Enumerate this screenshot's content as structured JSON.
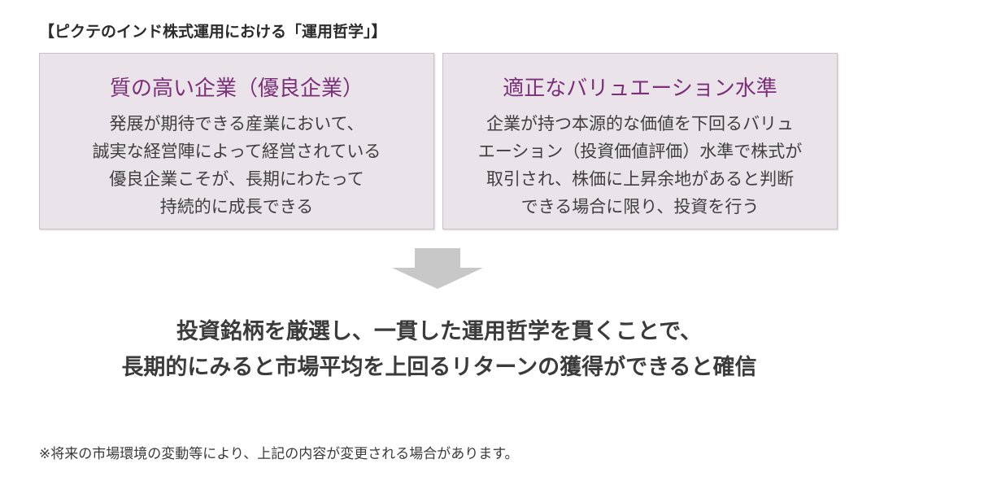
{
  "heading": "【ピクテのインド株式運用における「運用哲学」】",
  "cards": [
    {
      "title": "質の高い企業（優良企業）",
      "lines": [
        "発展が期待できる産業において、",
        "誠実な経営陣によって経営されている",
        "優良企業こそが、長期にわたって",
        "持続的に成長できる"
      ]
    },
    {
      "title": "適正なバリュエーション水準",
      "lines": [
        "企業が持つ本源的な価値を下回るバリュ",
        "エーション（投資価値評価）水準で株式が",
        "取引され、株価に上昇余地があると判断",
        "できる場合に限り、投資を行う"
      ]
    }
  ],
  "arrow_icon": "down-arrow-icon",
  "conclusion": [
    "投資銘柄を厳選し、一貫した運用哲学を貫くことで、",
    "長期的にみると市場平均を上回るリターンの獲得ができると確信"
  ],
  "note": "※将来の市場環境の変動等により、上記の内容が変更される場合があります。",
  "colors": {
    "card_background": "#eae3ea",
    "card_title": "#7b2f78",
    "arrow": "#c8c8c8"
  }
}
